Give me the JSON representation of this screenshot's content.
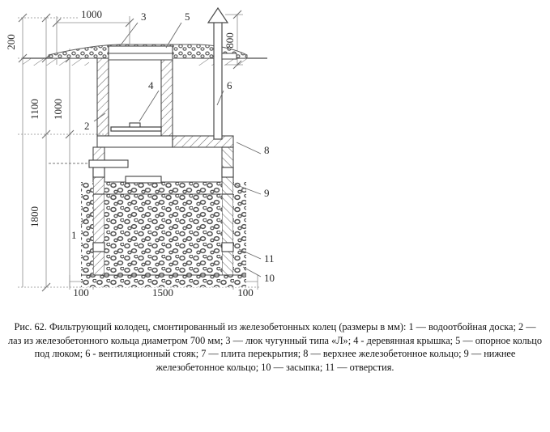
{
  "figure": {
    "caption": "Рис. 62. Фильтрующий колодец, смонтированный из железобетонных колец (размеры в мм): 1 — водоотбойная доска; 2 — лаз из железобетонного кольца диаметром 700 мм; 3 — люк чугунный типа «Л»; 4 - деревянная крышка; 5 — опорное кольцо под люком; 6 - вентиляционный стояк; 7 — плита перекрытия; 8 — верхнее железобетонное кольцо; 9 — нижнее железобетонное кольцо; 10 — засыпка; 11 — отверстия.",
    "number": "Рис. 62",
    "units_note": "размеры в мм"
  },
  "dimensions": {
    "top_width": "1000",
    "vent_height": "800",
    "left_200": "200",
    "left_1100": "1100",
    "inner_1000": "1000",
    "left_1800": "1800",
    "bottom_left_100": "100",
    "bottom_center_1500": "1500",
    "bottom_right_100": "100"
  },
  "callouts": [
    {
      "id": "1",
      "label": "1"
    },
    {
      "id": "2",
      "label": "2"
    },
    {
      "id": "3",
      "label": "3"
    },
    {
      "id": "4",
      "label": "4"
    },
    {
      "id": "5",
      "label": "5"
    },
    {
      "id": "6",
      "label": "6"
    },
    {
      "id": "8",
      "label": "8"
    },
    {
      "id": "9",
      "label": "9"
    },
    {
      "id": "10",
      "label": "10"
    },
    {
      "id": "11",
      "label": "11"
    }
  ],
  "legend": [
    {
      "num": "1",
      "text": "водоотбойная доска"
    },
    {
      "num": "2",
      "text": "лаз из железобетонного кольца диаметром 700 мм"
    },
    {
      "num": "3",
      "text": "люк чугунный типа «Л»"
    },
    {
      "num": "4",
      "text": "деревянная крышка"
    },
    {
      "num": "5",
      "text": "опорное кольцо под люком"
    },
    {
      "num": "6",
      "text": "вентиляционный стояк"
    },
    {
      "num": "7",
      "text": "плита перекрытия"
    },
    {
      "num": "8",
      "text": "верхнее железобетонное кольцо"
    },
    {
      "num": "9",
      "text": "нижнее железобетонное кольцо"
    },
    {
      "num": "10",
      "text": "засыпка"
    },
    {
      "num": "11",
      "text": "отверстия"
    }
  ],
  "colors": {
    "line": "#4a4a4a",
    "hatch": "#6b6b6b",
    "gravel": "#555555",
    "dim": "#7a7a7a",
    "text": "#2a2a2a",
    "background": "#ffffff"
  }
}
